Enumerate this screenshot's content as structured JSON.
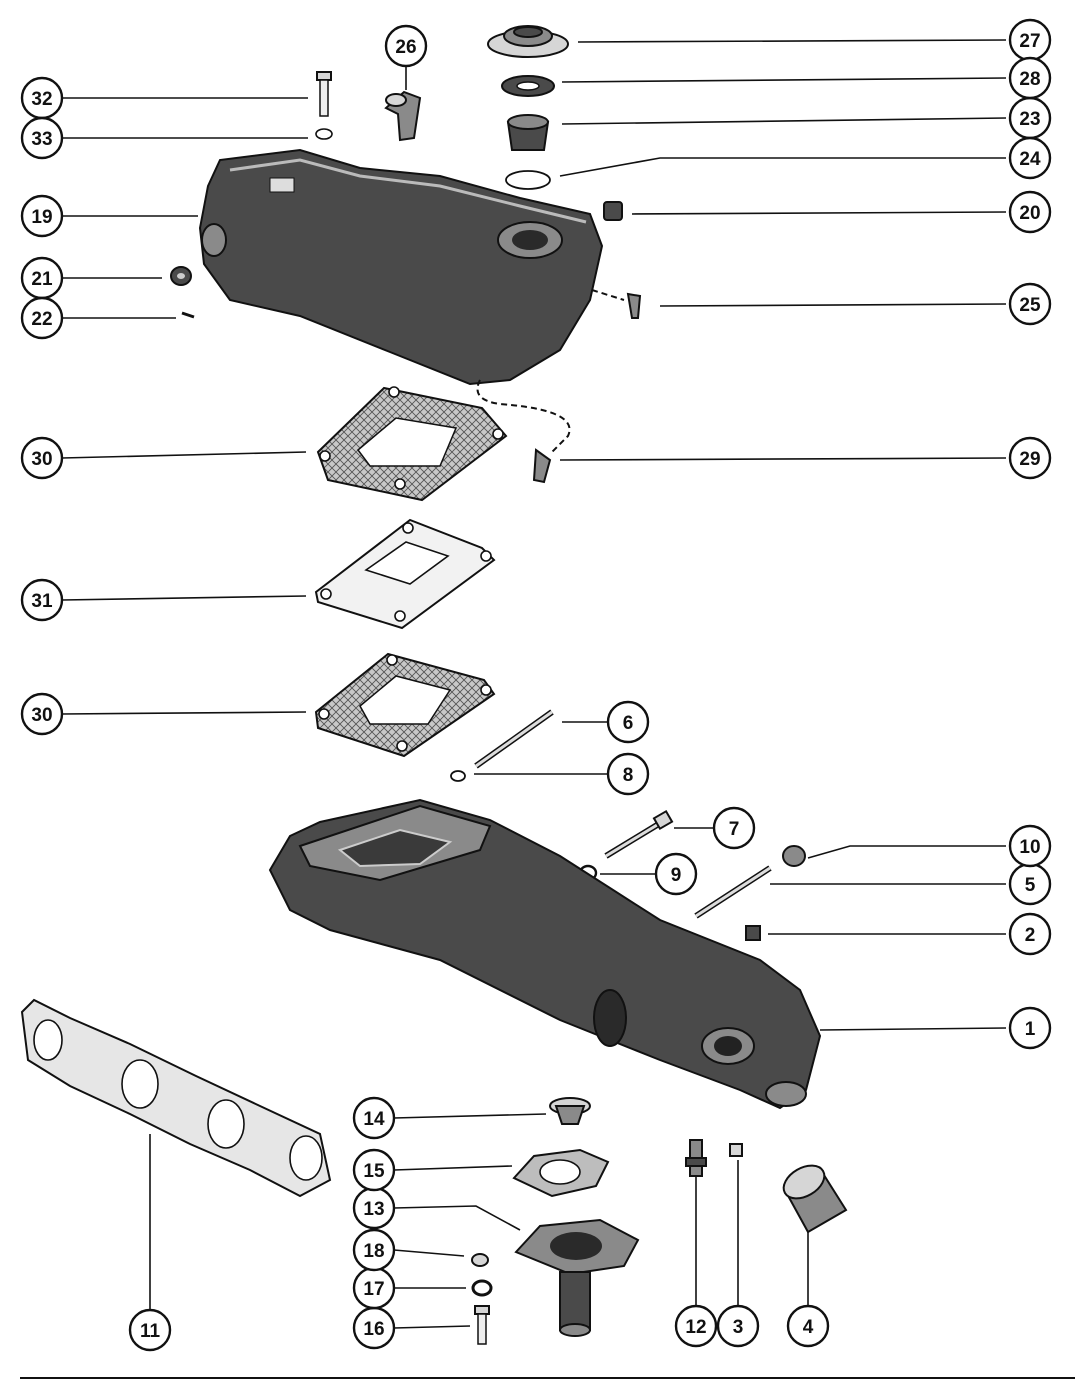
{
  "callouts": [
    {
      "id": "c1",
      "label": "1"
    },
    {
      "id": "c2",
      "label": "2"
    },
    {
      "id": "c3",
      "label": "3"
    },
    {
      "id": "c4",
      "label": "4"
    },
    {
      "id": "c5",
      "label": "5"
    },
    {
      "id": "c6",
      "label": "6"
    },
    {
      "id": "c7",
      "label": "7"
    },
    {
      "id": "c8",
      "label": "8"
    },
    {
      "id": "c9",
      "label": "9"
    },
    {
      "id": "c10",
      "label": "10"
    },
    {
      "id": "c11",
      "label": "11"
    },
    {
      "id": "c12",
      "label": "12"
    },
    {
      "id": "c13",
      "label": "13"
    },
    {
      "id": "c14",
      "label": "14"
    },
    {
      "id": "c15",
      "label": "15"
    },
    {
      "id": "c16",
      "label": "16"
    },
    {
      "id": "c17",
      "label": "17"
    },
    {
      "id": "c18",
      "label": "18"
    },
    {
      "id": "c19",
      "label": "19"
    },
    {
      "id": "c20",
      "label": "20"
    },
    {
      "id": "c21",
      "label": "21"
    },
    {
      "id": "c22",
      "label": "22"
    },
    {
      "id": "c23",
      "label": "23"
    },
    {
      "id": "c24",
      "label": "24"
    },
    {
      "id": "c25",
      "label": "25"
    },
    {
      "id": "c26",
      "label": "26"
    },
    {
      "id": "c27",
      "label": "27"
    },
    {
      "id": "c28",
      "label": "28"
    },
    {
      "id": "c29",
      "label": "29"
    },
    {
      "id": "c30a",
      "label": "30"
    },
    {
      "id": "c30b",
      "label": "30"
    },
    {
      "id": "c31",
      "label": "31"
    },
    {
      "id": "c32",
      "label": "32"
    },
    {
      "id": "c33",
      "label": "33"
    }
  ]
}
